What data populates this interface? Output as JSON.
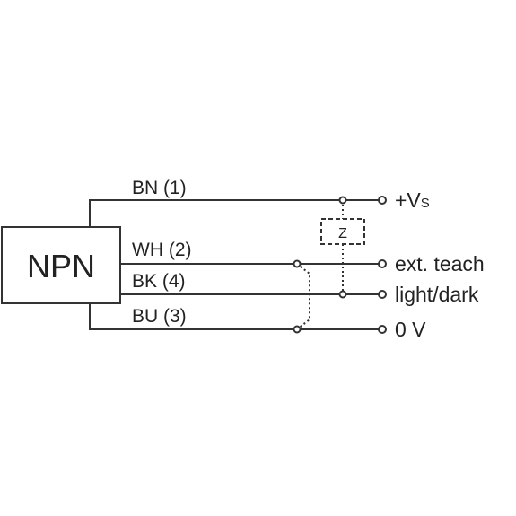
{
  "device": {
    "label": "NPN"
  },
  "wires": {
    "bn": {
      "label": "BN (1)",
      "terminal_main": "+V",
      "terminal_sub": "S"
    },
    "wh": {
      "label": "WH (2)",
      "terminal": "ext. teach"
    },
    "bk": {
      "label": "BK (4)",
      "terminal": "light/dark"
    },
    "bu": {
      "label": "BU (3)",
      "terminal": "0 V"
    }
  },
  "load": {
    "label": "Z"
  }
}
